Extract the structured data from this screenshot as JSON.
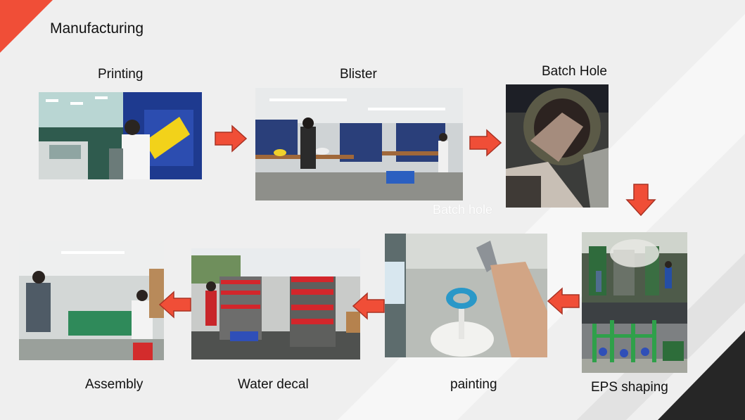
{
  "title": "Manufacturing",
  "colors": {
    "accent": "#f04e37",
    "arrow_fill": "#f04e37",
    "arrow_stroke": "#a83224",
    "dark_corner": "#262626"
  },
  "steps": {
    "printing": {
      "label": "Printing"
    },
    "blister": {
      "label": "Blister"
    },
    "batch_hole": {
      "label": "Batch Hole",
      "overlay": "Batch hole"
    },
    "eps_shaping": {
      "label": "EPS shaping"
    },
    "painting": {
      "label": "painting"
    },
    "water_decal": {
      "label": "Water decal"
    },
    "assembly": {
      "label": "Assembly"
    }
  },
  "arrows": [
    "arrow-right",
    "arrow-right",
    "arrow-down",
    "arrow-left",
    "arrow-left",
    "arrow-left"
  ]
}
